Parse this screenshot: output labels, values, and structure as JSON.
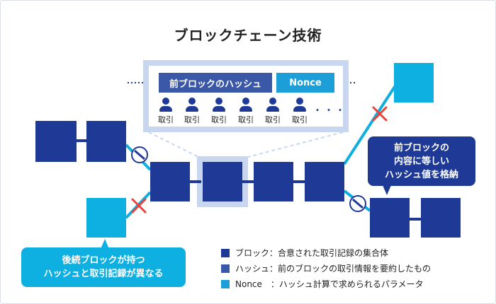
{
  "title": "ブロックチェーン技術",
  "block_header": {
    "prev_hash_label": "前ブロックのハッシュ",
    "nonce_label": "Nonce"
  },
  "transactions": [
    "取引",
    "取引",
    "取引",
    "取引",
    "取引",
    "取引"
  ],
  "ellipsis": "・・・",
  "callout_right": [
    "前ブロックの",
    "内容に等しい",
    "ハッシュ値を格納"
  ],
  "callout_left": [
    "後続ブロックが持つ",
    "ハッシュと取引記録が異なる"
  ],
  "legend": [
    {
      "text": "ブロック：合意された取引記録の集合体",
      "color": "#1e3a96"
    },
    {
      "text": "ハッシュ：前のブロックの取引情報を要約したもの",
      "color": "#3b57a8"
    },
    {
      "text": "Nonce　：ハッシュ計算で求められるパラメータ",
      "color": "#1c9ed8"
    }
  ],
  "colors": {
    "block": "#1e3a96",
    "tampered_block": "#0db0e0",
    "highlight": "#c9d6f0",
    "break_mark": "#e8423c"
  },
  "icons": [
    "user-icon",
    "cross-mark-icon",
    "broken-link-icon"
  ]
}
